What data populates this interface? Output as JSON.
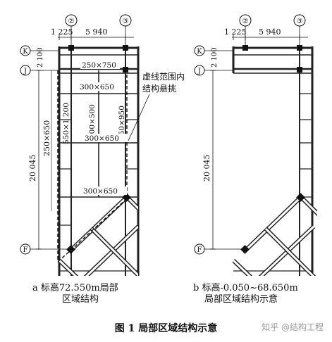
{
  "panel_a": {
    "grid_left": "②",
    "grid_right": "③",
    "grid_k": "K",
    "grid_j": "J",
    "grid_f": "F",
    "dim_top_left": "1 225",
    "dim_top_span": "5 940",
    "dim_kj": "2 100",
    "dim_height": "20 045",
    "dim_inner": "250×650",
    "beam_top": "250×750",
    "beam_1": "300×650",
    "beam_2": "300×500",
    "beam_3": "450×950",
    "beam_4": "550×1 200",
    "beam_5": "300×650",
    "beam_6": "300×650",
    "note_line1": "虚线范围内",
    "note_line2": "结构悬挑",
    "caption_line1": "a  标高72.550m局部",
    "caption_line2": "区域结构"
  },
  "panel_b": {
    "grid_left": "②",
    "grid_right": "③",
    "grid_k": "K",
    "grid_j": "J",
    "grid_f": "F",
    "dim_top_left": "1 225",
    "dim_top_span": "5 940",
    "dim_kj": "2 100",
    "dim_height": "20 045",
    "caption_line1": "b  标高-0.050~68.650m",
    "caption_line2": "局部区域结构示意"
  },
  "figure_title": "图 1    局部区域结构示意",
  "watermark": "知乎 @结构工程"
}
